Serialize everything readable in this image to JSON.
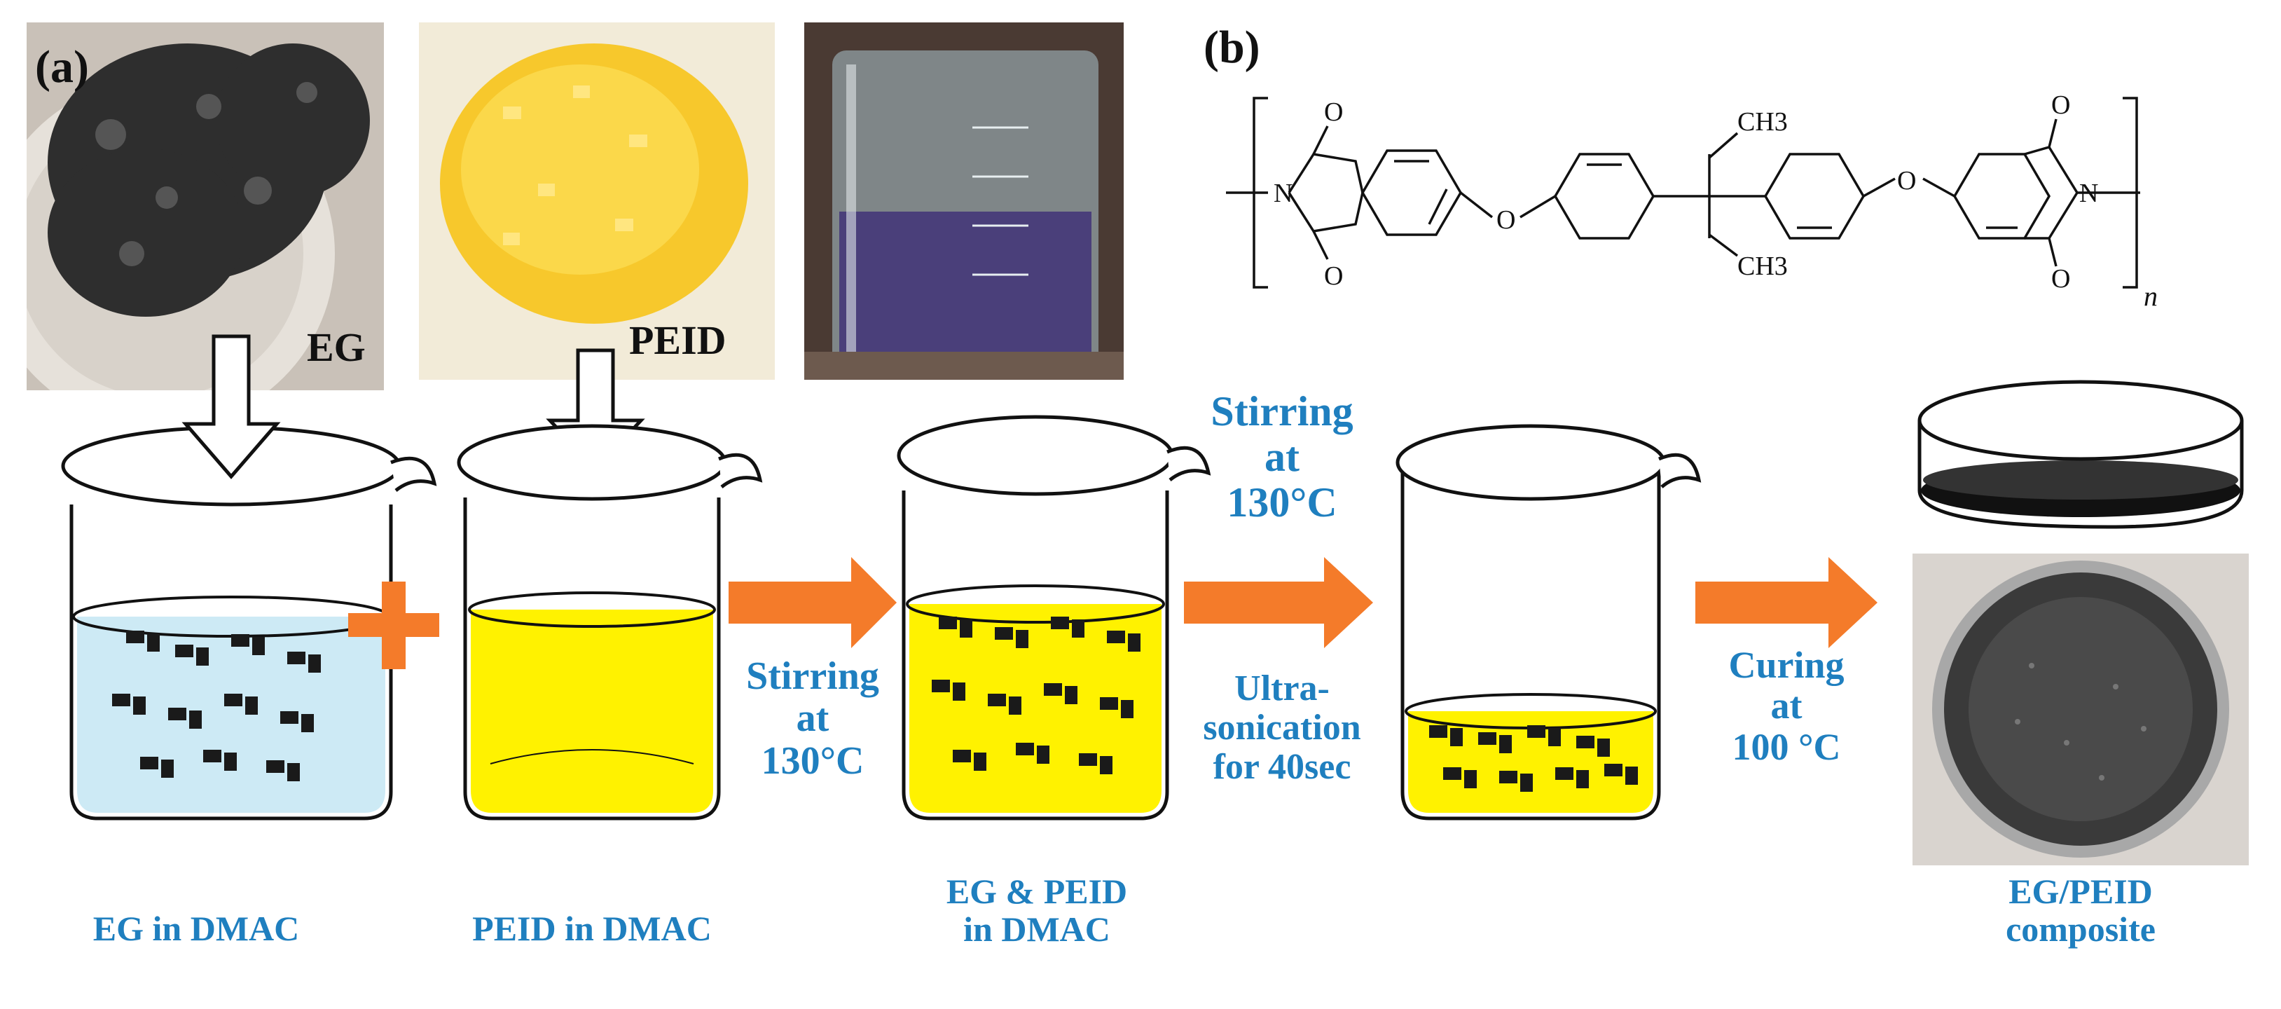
{
  "panels": {
    "a": "(a)",
    "b": "(b)"
  },
  "photos": {
    "eg_tag": "EG",
    "peid_tag": "PEID"
  },
  "chemistry": {
    "atoms": {
      "n_left": "N",
      "n_right": "N",
      "o1": "O",
      "o2": "O",
      "o3": "O",
      "o4": "O",
      "o_ether1": "O",
      "o_ether2": "O",
      "ch3_top": "CH3",
      "ch3_bottom": "CH3"
    },
    "repeat_subscript": "n"
  },
  "steps": {
    "eg_in_dmac": "EG in DMAC",
    "peid_in_dmac": "PEID in DMAC",
    "eg_peid_line1": "EG & PEID",
    "eg_peid_line2": "in DMAC",
    "composite_line1": "EG/PEID",
    "composite_line2": "composite"
  },
  "processes": {
    "stir1": [
      "Stirring",
      "at",
      "130°C"
    ],
    "stir2": [
      "Stirring",
      "at",
      "130°C"
    ],
    "ultra": [
      "Ultra-",
      "sonication",
      "for 40sec"
    ],
    "cure": [
      "Curing",
      "at",
      "100 °C"
    ]
  },
  "colors": {
    "process_text": "#1f7fbf",
    "arrow": "#f47b2a",
    "eg_liquid": "#cdeaf5",
    "peid_liquid": "#fff200",
    "eg_black": "#1a1a1a"
  }
}
